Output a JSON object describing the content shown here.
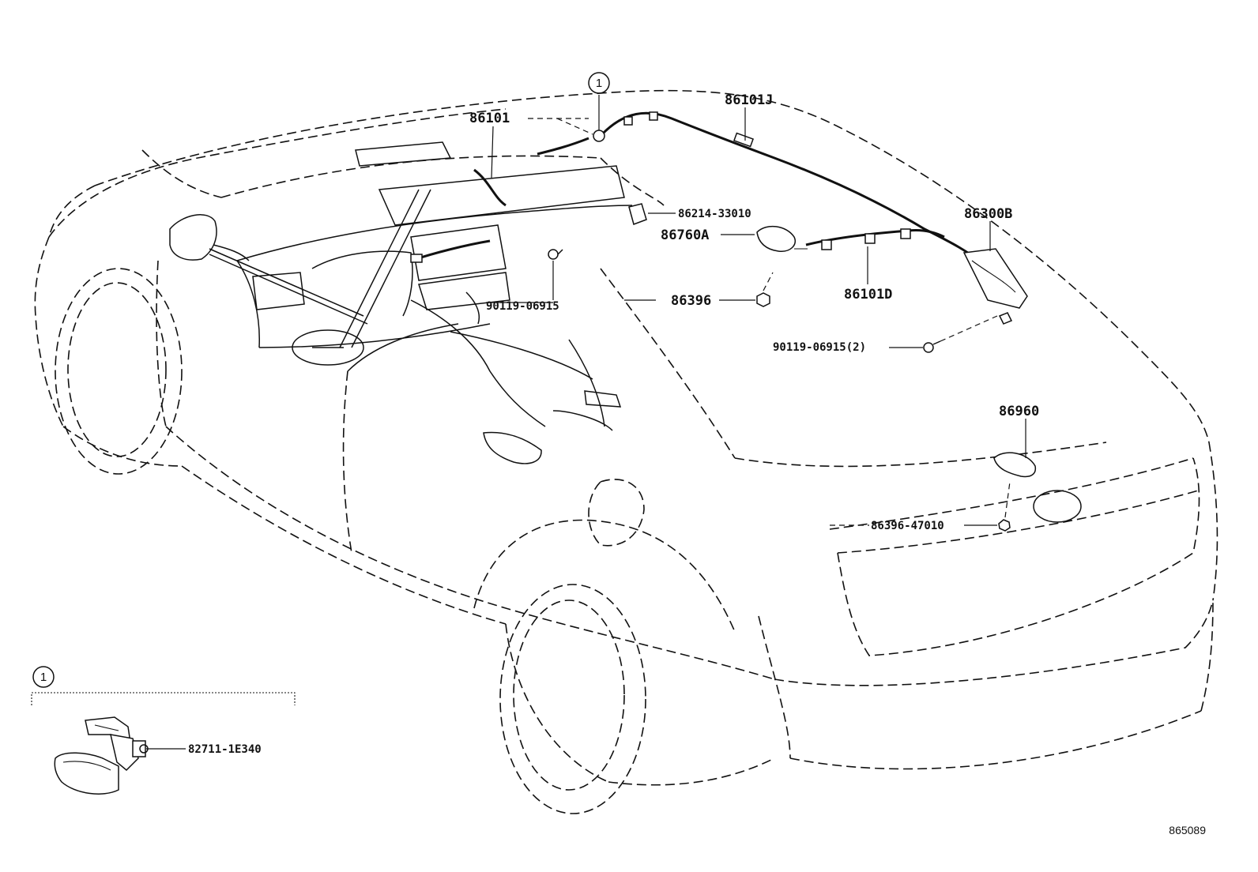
{
  "callouts": {
    "p86101": "86101",
    "p86101J": "86101J",
    "p86214": "86214-33010",
    "p86760A": "86760A",
    "p86300B": "86300B",
    "p90119a": "90119-06915",
    "p86396": "86396",
    "p86101D": "86101D",
    "p90119b": "90119-06915(2)",
    "p86960": "86960",
    "p86396b": "86396-47010",
    "p82711": "82711-1E340"
  },
  "reference_markers": {
    "main": "1",
    "detail": "1"
  },
  "figure_code": "865089"
}
